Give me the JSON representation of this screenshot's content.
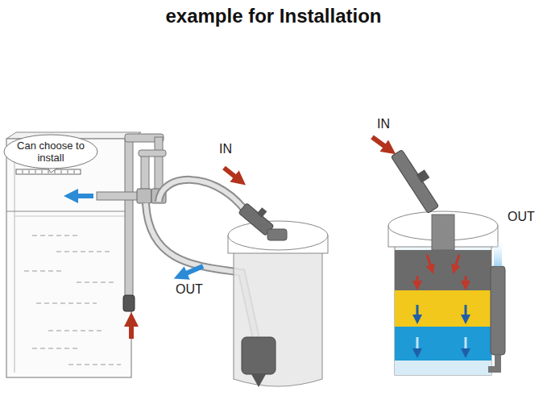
{
  "diagram": {
    "title": "example for Installation",
    "nodes": [
      {
        "text": [
          "Can choose to install"
        ]
      }
    ],
    "labels": [
      "IN",
      "OUT",
      "IN",
      "OUT"
    ]
  }
}
